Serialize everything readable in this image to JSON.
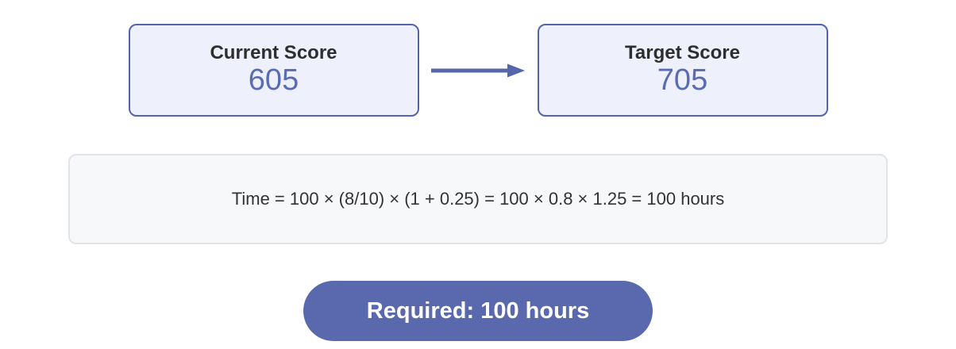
{
  "score_flow": {
    "current": {
      "label": "Current Score",
      "value": "605"
    },
    "target": {
      "label": "Target Score",
      "value": "705"
    },
    "arrow_icon": "right-arrow"
  },
  "formula": {
    "text": "Time = 100 × (8/10) × (1 + 0.25) = 100 × 0.8 × 1.25 = 100 hours"
  },
  "result": {
    "label": "Required: 100 hours"
  },
  "colors": {
    "accent": "#5a69ad",
    "card_background": "#eef0fb",
    "card_border": "#5264ad",
    "score_value_text": "#5a6bb5",
    "label_text": "#2e2e2e",
    "formula_background": "#f7f8f9",
    "formula_border": "#e3e4e6",
    "formula_text": "#333333",
    "result_text": "#ffffff"
  }
}
